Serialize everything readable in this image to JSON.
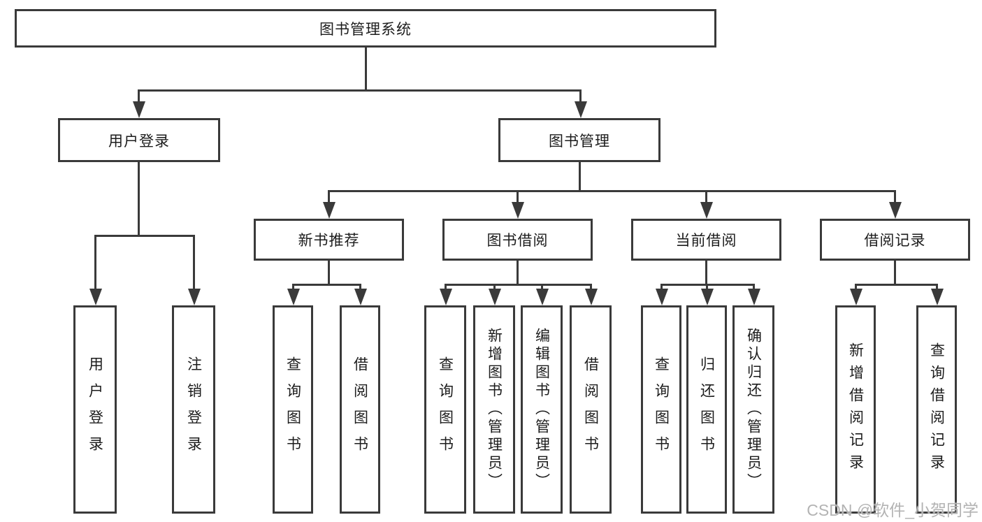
{
  "diagram": {
    "root": {
      "label": "图书管理系统"
    },
    "level2": [
      {
        "label": "用户登录"
      },
      {
        "label": "图书管理"
      }
    ],
    "level3": [
      {
        "label": "新书推荐"
      },
      {
        "label": "图书借阅"
      },
      {
        "label": "当前借阅"
      },
      {
        "label": "借阅记录"
      }
    ],
    "leaves": {
      "user_login": [
        "用户登录",
        "注销登录"
      ],
      "new_book": [
        "查询图书",
        "借阅图书"
      ],
      "borrow": [
        "查询图书",
        "新增图书（管理员）",
        "编辑图书（管理员）",
        "借阅图书"
      ],
      "current": [
        "查询图书",
        "归还图书",
        "确认归还（管理员）"
      ],
      "records": [
        "新增借阅记录",
        "查询借阅记录"
      ]
    }
  },
  "watermark": "CSDN @软件_小贺同学",
  "colors": {
    "line": "#3a3a3a",
    "text": "#1c1c1c",
    "watermark": "#b3b3b3",
    "background": "#ffffff"
  }
}
